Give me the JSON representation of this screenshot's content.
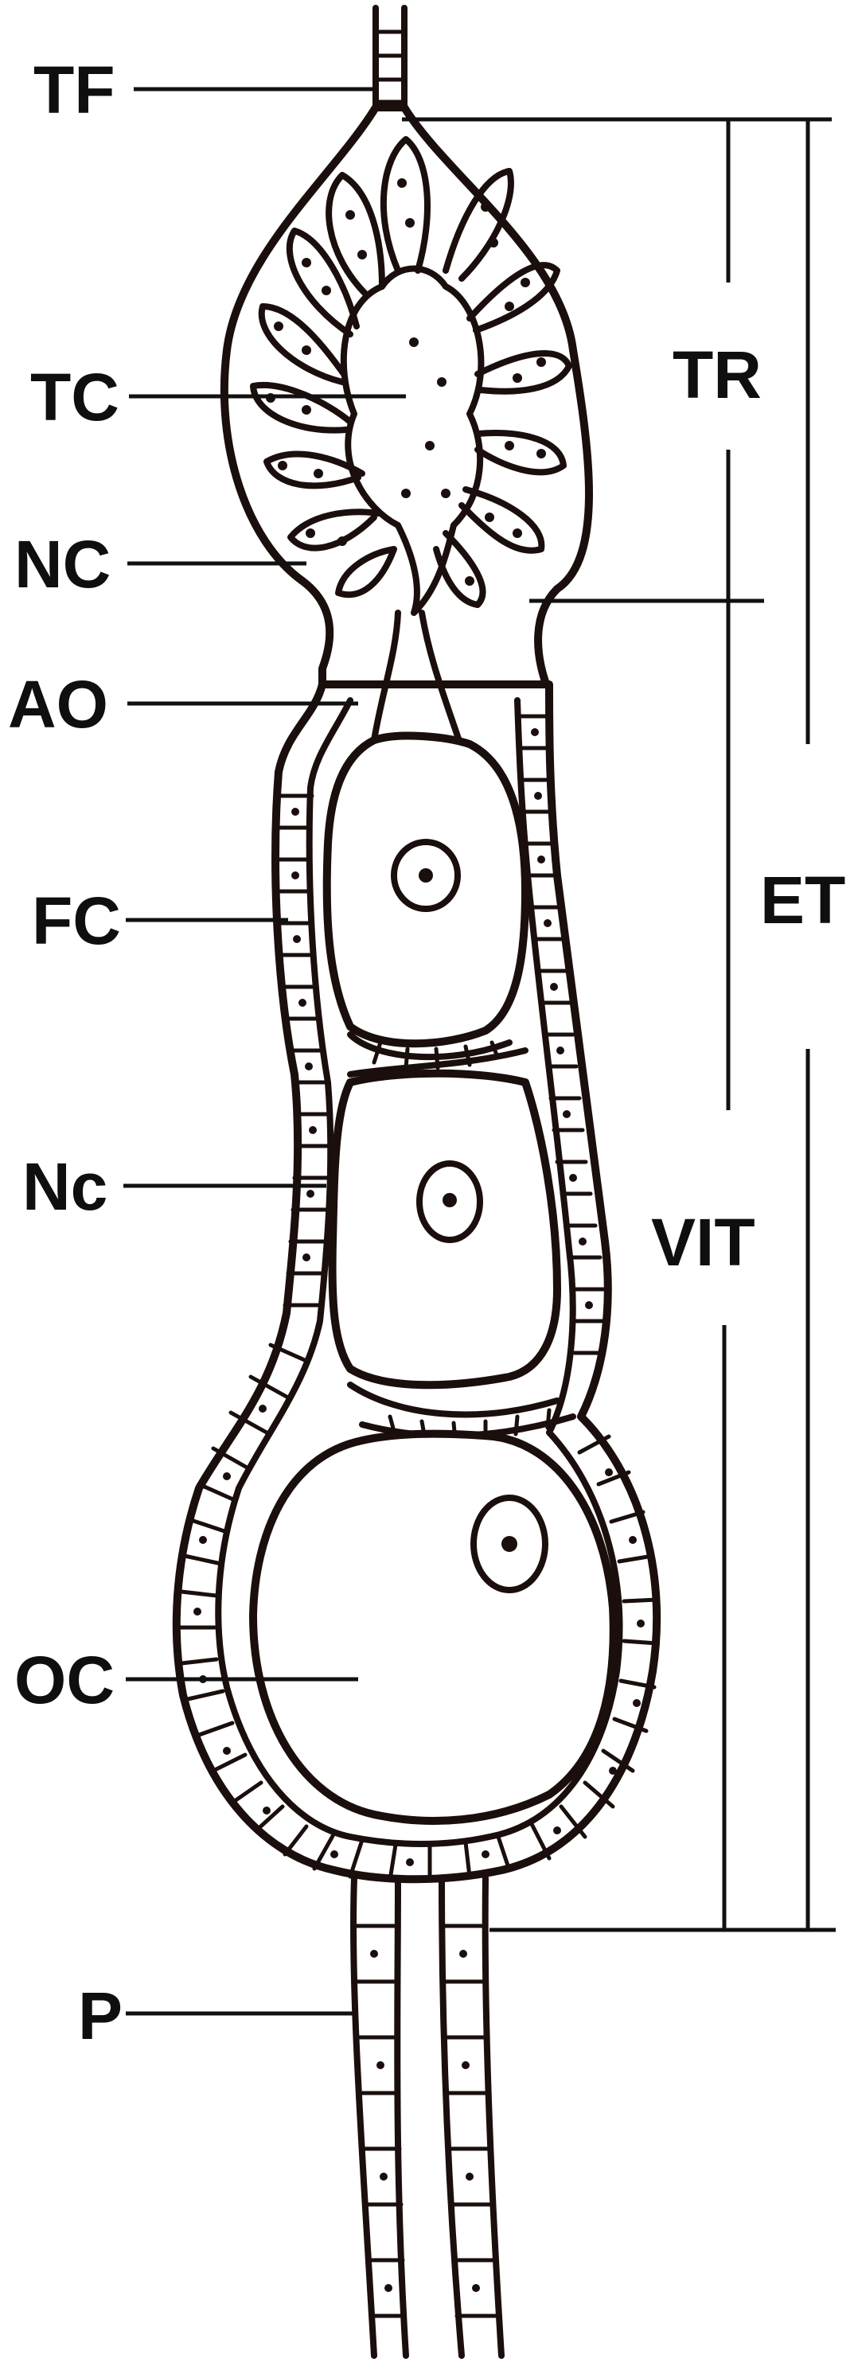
{
  "labels": {
    "tf": "TF",
    "tc": "TC",
    "nc_upper": "NC",
    "ao": "AO",
    "fc": "FC",
    "nc_lower": "Nc",
    "oc": "OC",
    "p": "P",
    "tr": "TR",
    "et": "ET",
    "vit": "VIT"
  },
  "colors": {
    "ink": "#1a0f0c",
    "background": "#ffffff"
  }
}
